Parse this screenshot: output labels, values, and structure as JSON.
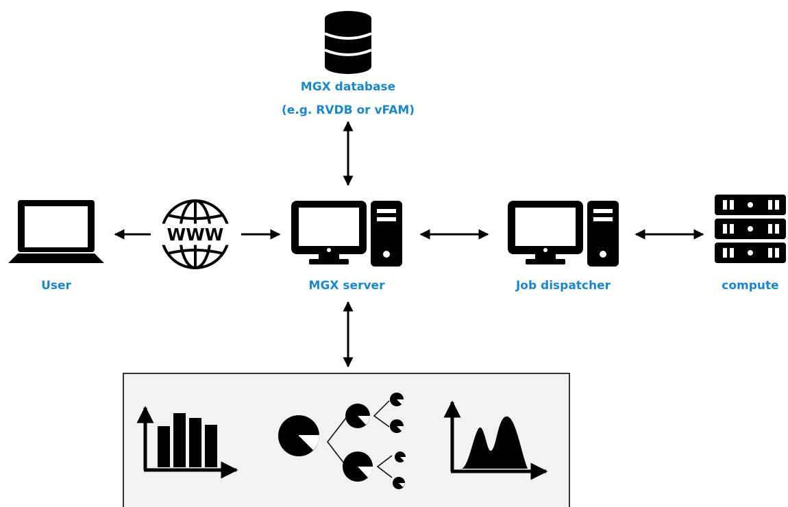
{
  "colors": {
    "label": "#1d86c7",
    "icon": "#000000",
    "panel_bg": "#f2f2f2",
    "panel_border": "#333333"
  },
  "nodes": {
    "database": {
      "icon": "database-icon",
      "label_line1": "MGX database",
      "label_line2": "(e.g. RVDB or vFAM)"
    },
    "user": {
      "icon": "laptop-icon",
      "label": "User"
    },
    "web": {
      "icon": "globe-www-icon",
      "text": "WWW"
    },
    "server": {
      "icon": "desktop-computer-icon",
      "label": "MGX server"
    },
    "dispatcher": {
      "icon": "desktop-computer-icon",
      "label": "Job dispatcher"
    },
    "compute": {
      "icon": "server-rack-icon",
      "label": "compute"
    }
  },
  "panel": {
    "icons": [
      "bar-chart-icon",
      "pie-chart-tree-icon",
      "area-chart-icon"
    ]
  }
}
